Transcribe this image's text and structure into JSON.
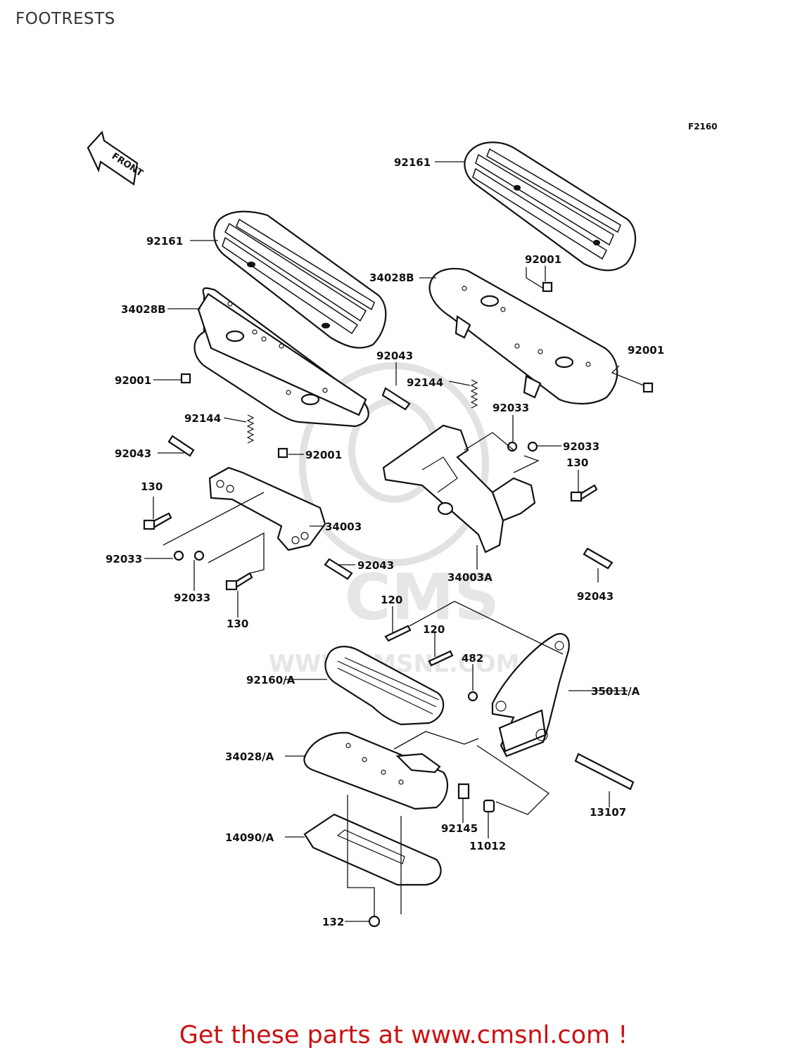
{
  "page": {
    "title": "FOOTRESTS",
    "figure_code": "F2160"
  },
  "front_arrow": {
    "label": "FRONT",
    "icon": "front-direction-arrow-icon"
  },
  "watermark": {
    "logo_text": "CMS",
    "url_text": "WWW.CMSNL.COM"
  },
  "callouts": [
    "92161",
    "92161",
    "34028B",
    "34028B",
    "92001",
    "92001",
    "92001",
    "92001",
    "92144",
    "92144",
    "92043",
    "92043",
    "92043",
    "92043",
    "130",
    "130",
    "130",
    "34003",
    "34003A",
    "92033",
    "92033",
    "92033",
    "92033",
    "120",
    "120",
    "482",
    "92160/A",
    "35011/A",
    "34028/A",
    "13107",
    "92145",
    "11012",
    "14090/A",
    "132"
  ],
  "footer": {
    "text": "Get these parts at www.cmsnl.com !",
    "color": "#cc1111"
  }
}
